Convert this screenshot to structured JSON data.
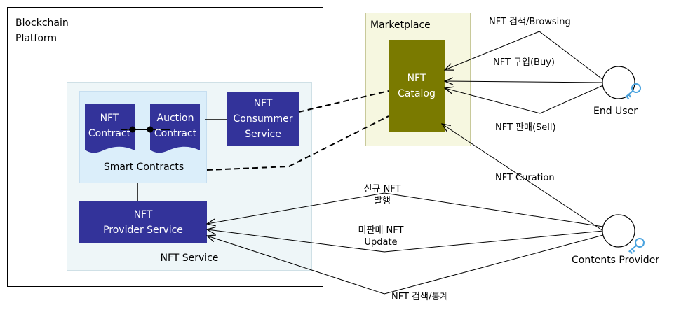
{
  "platform": {
    "title": "Blockchain\nPlatform"
  },
  "nft_service": {
    "label": "NFT Service"
  },
  "smart_contracts": {
    "label": "Smart Contracts",
    "nft_contract": "NFT\nContract",
    "auction_contract": "Auction\nContract"
  },
  "consumer_service": {
    "label": "NFT\nConsummer\nService"
  },
  "provider_service": {
    "label": "NFT\nProvider Service"
  },
  "marketplace": {
    "label": "Marketplace",
    "catalog": "NFT\nCatalog"
  },
  "actors": {
    "end_user": "End User",
    "contents_provider": "Contents Provider"
  },
  "edges": {
    "browsing": "NFT 검색/Browsing",
    "buy": "NFT 구입(Buy)",
    "sell": "NFT 판매(Sell)",
    "curation": "NFT Curation",
    "new_issue": "신규 NFT\n발행",
    "unsold_update": "미판매 NFT\nUpdate",
    "search_stats": "NFT 검색/통계"
  },
  "colors": {
    "service_box": "#33339a",
    "catalog": "#7a7a00",
    "marketplace_bg": "#f6f7e0",
    "smart_bg": "#dbeefa",
    "key_icon": "#4aa3df"
  }
}
